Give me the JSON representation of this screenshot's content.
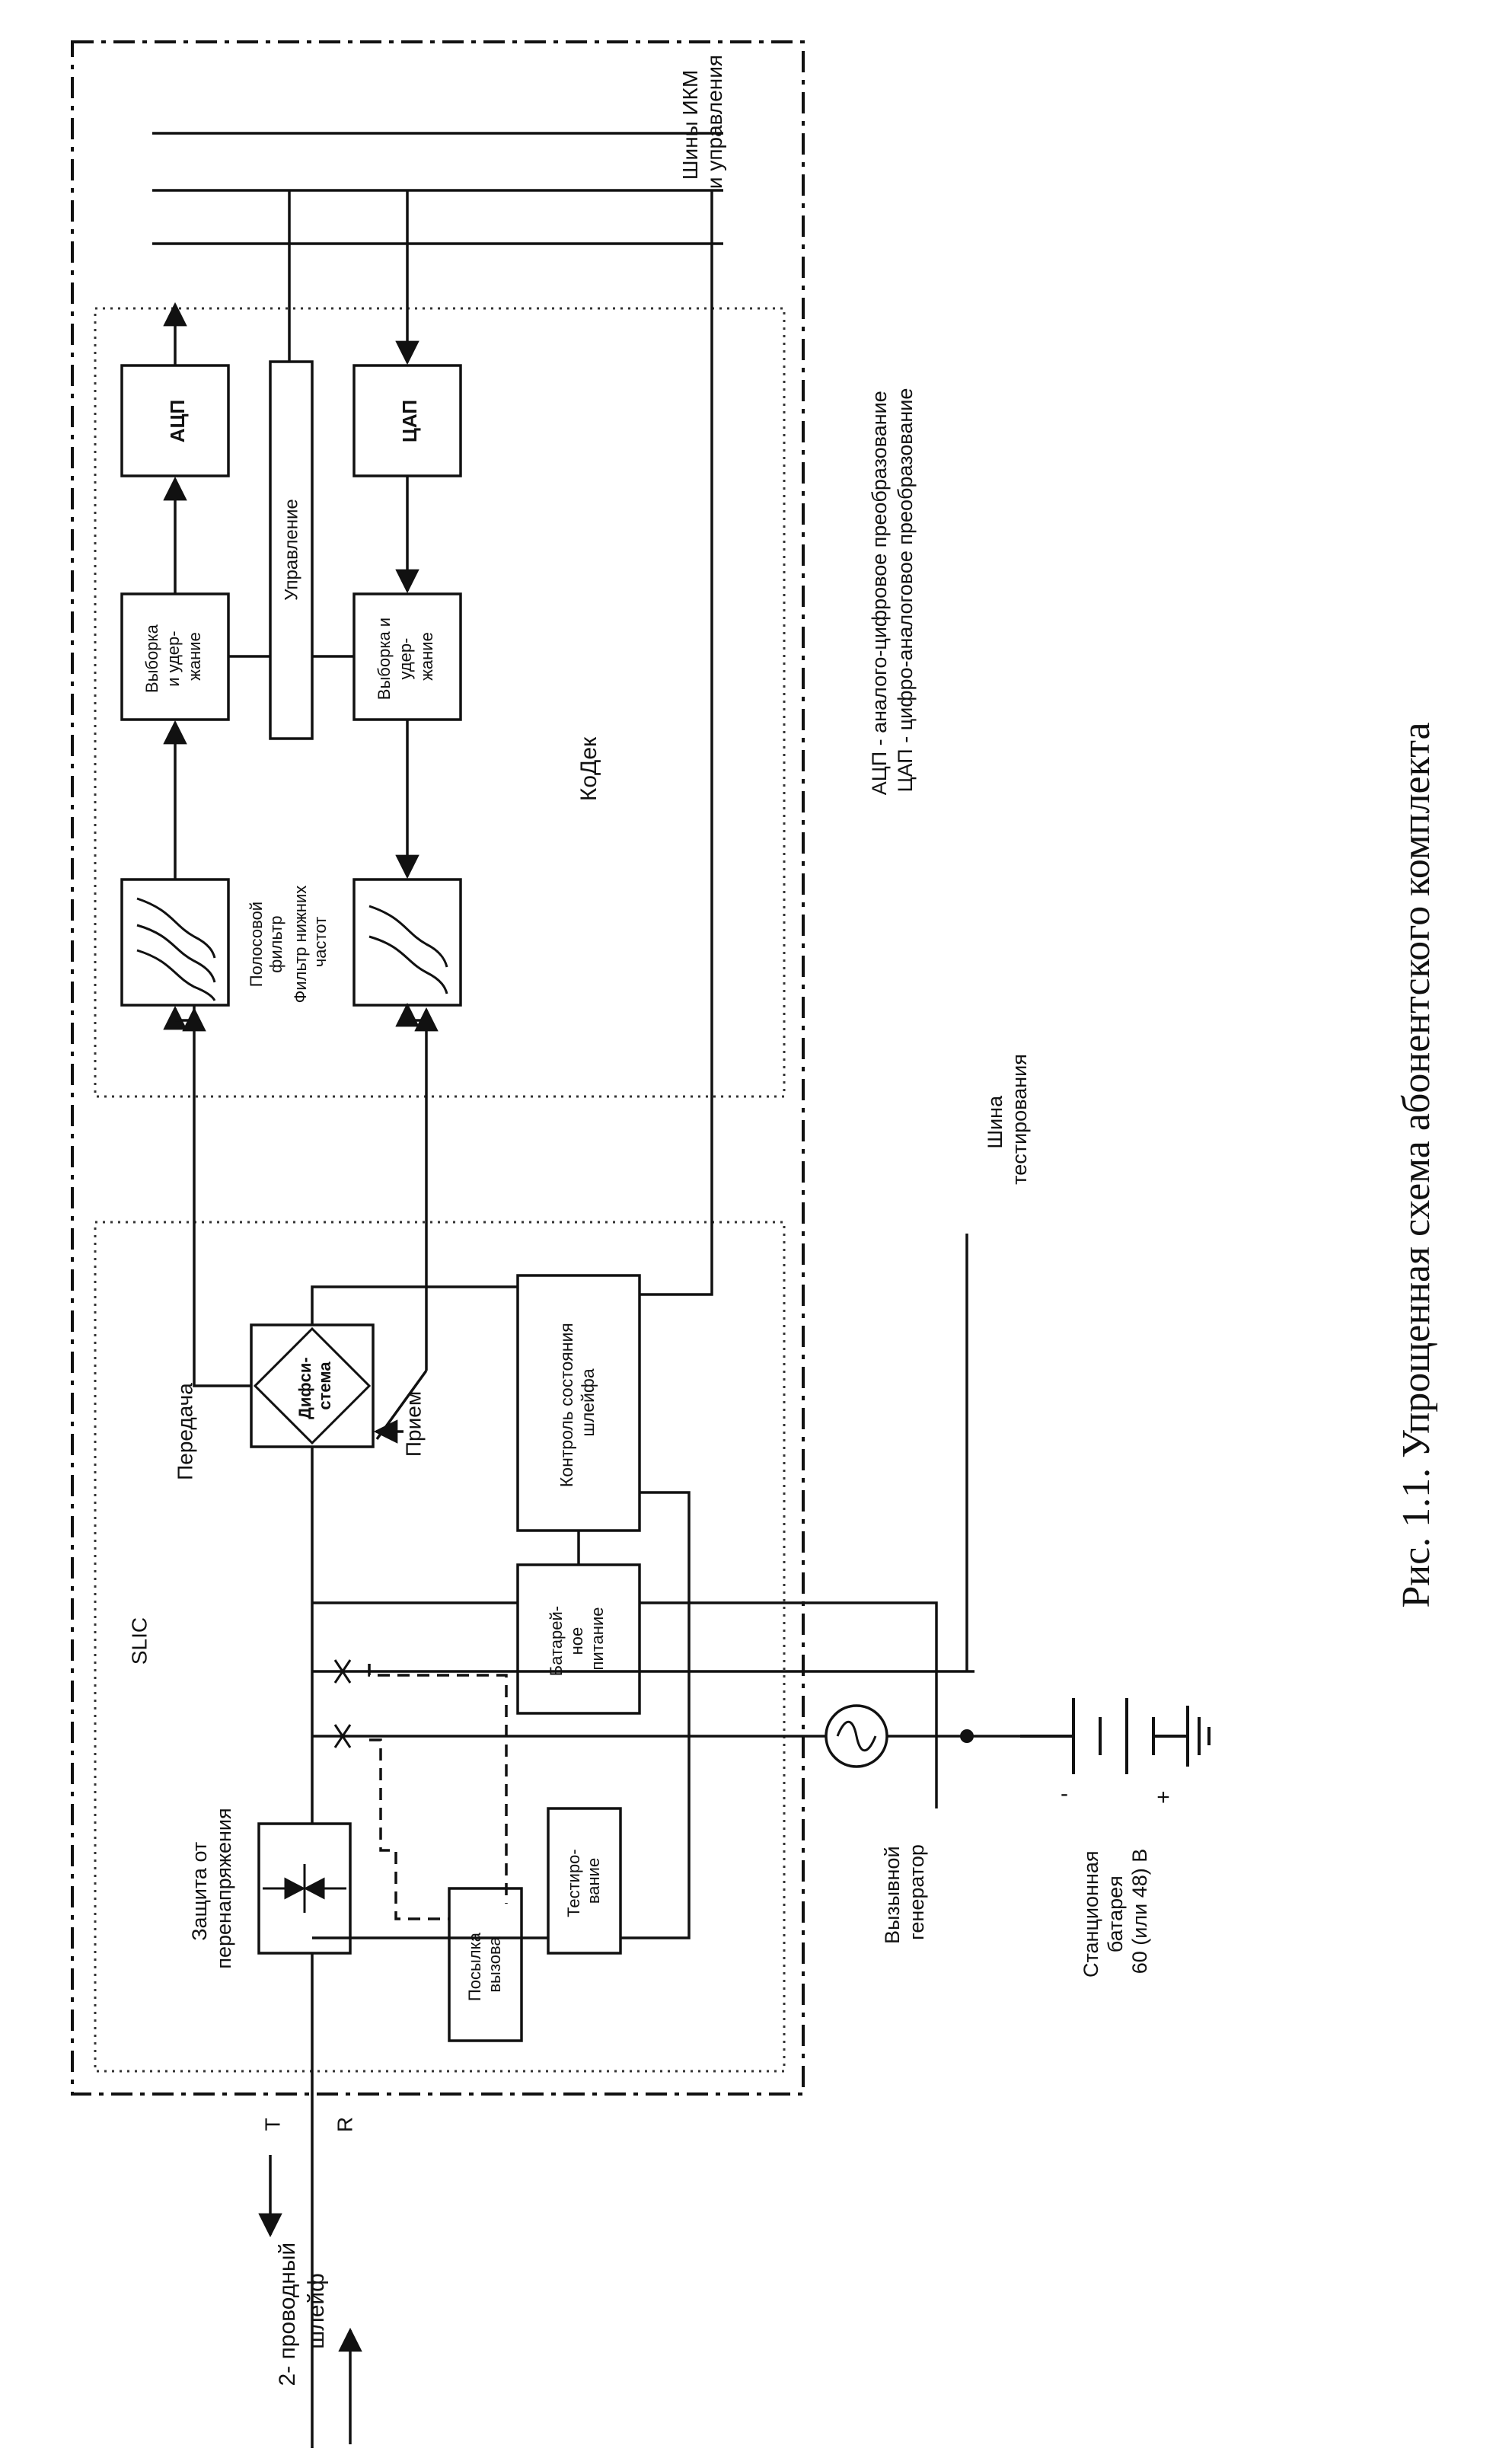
{
  "caption": "Рис. 1.1. Упрощенная схема абонентского комплекта",
  "legend": {
    "line1": "АЦП - аналого-цифровое преобразование",
    "line2": "ЦАП - цифро-аналоговое преобразование"
  },
  "sections": {
    "slic": "SLIC",
    "codec": "КоДек"
  },
  "blocks": {
    "adc": "АЦП",
    "dac": "ЦАП",
    "control": "Управление",
    "sh_tx": [
      "Выборка",
      "и удер-",
      "жание"
    ],
    "sh_rx": [
      "Выборка и",
      "удер-",
      "жание"
    ],
    "bandpass": [
      "Полосовой",
      "фильтр"
    ],
    "lowpass": [
      "Фильтр нижних",
      "частот"
    ],
    "hybrid": [
      "Дифси-",
      "стема"
    ],
    "loop_monitor": [
      "Контроль состояния",
      "шлейфа"
    ],
    "battery_feed": [
      "Батарей-",
      "ное",
      "питание"
    ],
    "protection": [
      "Защита от",
      "перенапряжения"
    ],
    "testing": [
      "Тестиро-",
      "вание"
    ],
    "ringing": [
      "Посылка",
      "вызова"
    ]
  },
  "labels": {
    "transmit": "Передача",
    "receive": "Прием",
    "pcm_bus": [
      "Шины ИКМ",
      "и управления"
    ],
    "test_bus": [
      "Шина",
      "тестирования"
    ],
    "ring_generator": [
      "Вызывной",
      "генератор"
    ],
    "station_battery": [
      "Станционная",
      "батарея",
      "60 (или 48) В"
    ],
    "minus": "-",
    "plus": "+",
    "loop": [
      "2- проводный",
      "шлейф"
    ],
    "tip": "T",
    "ring": "R"
  }
}
